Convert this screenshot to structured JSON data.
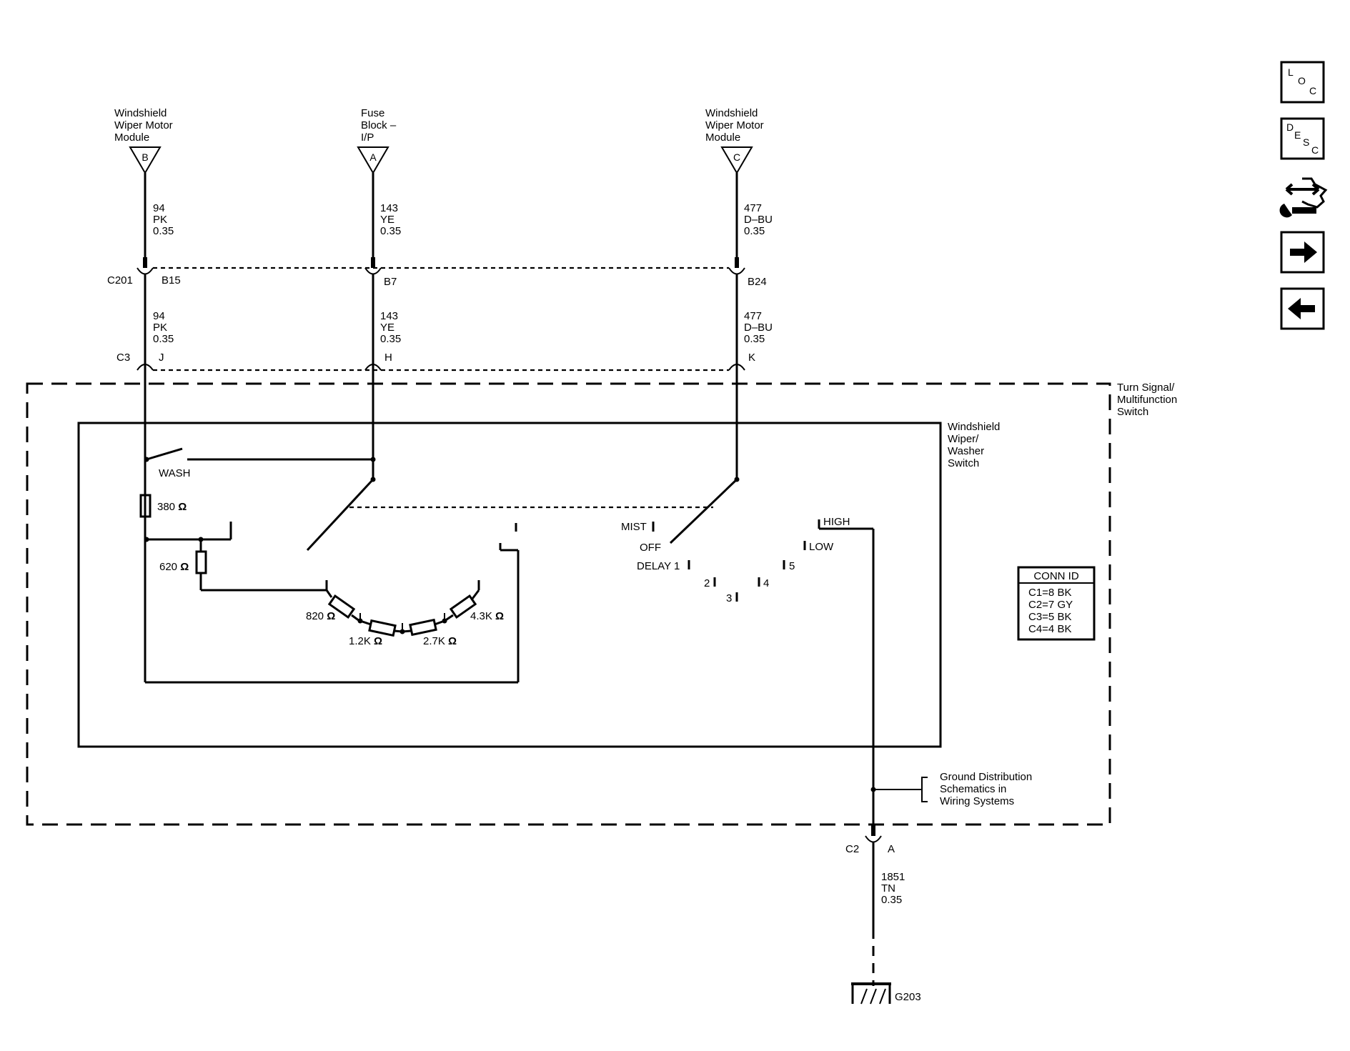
{
  "sources": [
    {
      "line1": "Windshield",
      "line2": "Wiper Motor",
      "line3": "Module",
      "pin": "B"
    },
    {
      "line1": "Fuse",
      "line2": "Block –",
      "line3": "I/P",
      "pin": "A"
    },
    {
      "line1": "Windshield",
      "line2": "Wiper Motor",
      "line3": "Module",
      "pin": "C"
    }
  ],
  "wires_upper": [
    {
      "circuit": "94",
      "color": "PK",
      "gauge": "0.35"
    },
    {
      "circuit": "143",
      "color": "YE",
      "gauge": "0.35"
    },
    {
      "circuit": "477",
      "color": "D–BU",
      "gauge": "0.35"
    }
  ],
  "wires_lower": [
    {
      "circuit": "94",
      "color": "PK",
      "gauge": "0.35"
    },
    {
      "circuit": "143",
      "color": "YE",
      "gauge": "0.35"
    },
    {
      "circuit": "477",
      "color": "D–BU",
      "gauge": "0.35"
    }
  ],
  "connector_c201": {
    "name": "C201",
    "pins": [
      "B15",
      "B7",
      "B24"
    ]
  },
  "connector_c3": {
    "name": "C3",
    "pins": [
      "J",
      "H",
      "K"
    ]
  },
  "multifunction_switch": {
    "line1": "Turn Signal/",
    "line2": "Multifunction",
    "line3": "Switch"
  },
  "wiper_switch": {
    "line1": "Windshield",
    "line2": "Wiper/",
    "line3": "Washer",
    "line4": "Switch"
  },
  "switch_labels": {
    "wash": "WASH",
    "mist": "MIST",
    "off": "OFF",
    "delay1": "DELAY 1",
    "pos2": "2",
    "pos3": "3",
    "pos4": "4",
    "pos5": "5",
    "low": "LOW",
    "high": "HIGH"
  },
  "resistors": {
    "r380": "380",
    "r620": "620",
    "r820": "820",
    "r1_2k": "1.2K",
    "r2_7k": "2.7K",
    "r4_3k": "4.3K",
    "ohm": "Ω"
  },
  "conn_id": {
    "title": "CONN ID",
    "rows": [
      "C1=8 BK",
      "C2=7 GY",
      "C3=5 BK",
      "C4=4 BK"
    ]
  },
  "ground_ref": {
    "line1": "Ground Distribution",
    "line2": "Schematics in",
    "line3": "Wiring Systems"
  },
  "connector_c2": {
    "name": "C2",
    "pin": "A"
  },
  "ground_wire": {
    "circuit": "1851",
    "color": "TN",
    "gauge": "0.35"
  },
  "ground": {
    "name": "G203"
  },
  "nav": {
    "loc": {
      "l1": "L",
      "l2": "O",
      "l3": "C"
    },
    "desc": {
      "l1": "D",
      "l2": "E",
      "l3": "S",
      "l4": "C"
    }
  }
}
